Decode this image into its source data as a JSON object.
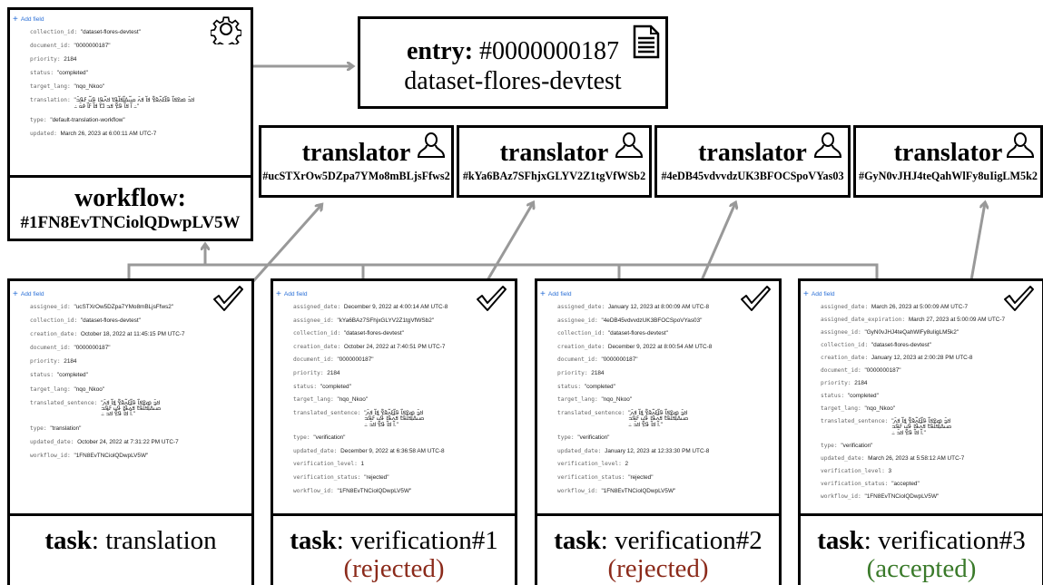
{
  "workflow_doc": {
    "add_field": "Add field",
    "fields": [
      {
        "key": "collection_id",
        "value": "\"dataset-flores-devtest\""
      },
      {
        "key": "document_id",
        "value": "\"0000000187\""
      },
      {
        "key": "priority",
        "value": "2184"
      },
      {
        "key": "status",
        "value": "\"completed\""
      },
      {
        "key": "target_lang",
        "value": "\"nqo_Nkoo\""
      },
      {
        "key": "translation",
        "value": "\"ߞߏ߫ ߘߐߞߊ߬ ߟߊ߬ߓߍ߲߬ߢߐ߲߰ ߞߊ߬ ߞߍ߫ ߛߎ߬ߡߊ߲߬ߞߊ߬ߟߌ ߞߍ߬ߟߊ ߟߎ߬ ߓߟߏ߫\n߸ ߊ߬ ߞߊ߬ ߟߐ߲߬ ߞߏ ߣߌ߫ ߞߊ߬ ߓߊ߯ ߦߋ߫ ߸\""
      },
      {
        "key": "type",
        "value": "\"default-translation-workflow\""
      },
      {
        "key": "updated",
        "value": "March 26, 2023 at 6:00:11 AM UTC-7"
      }
    ],
    "workflow_label": "workflow:",
    "workflow_id": "#1FN8EvTNCiolQDwpLV5W"
  },
  "entry": {
    "label": "entry:",
    "id": "#0000000187",
    "dataset": "dataset-flores-devtest"
  },
  "translators": [
    {
      "label": "translator",
      "id": "#ucSTXrOw5DZpa7YMo8mBLjsFfws2"
    },
    {
      "label": "translator",
      "id": "#kYa6BAz7SFhjxGLYV2Z1tgVfWSb2"
    },
    {
      "label": "translator",
      "id": "#4eDB45vdvvdzUK3BFOCSpoVYas03"
    },
    {
      "label": "translator",
      "id": "#GyN0vJHJ4teQahWlFy8uIigLM5k2"
    }
  ],
  "tasks": [
    {
      "add_field": "Add field",
      "fields": [
        {
          "key": "assignee_id",
          "value": "\"ucSTXrOw5DZpa7YMo8mBLjsFfws2\""
        },
        {
          "key": "collection_id",
          "value": "\"dataset-flores-devtest\""
        },
        {
          "key": "creation_date",
          "value": "October 18, 2022 at 11:45:15 PM UTC-7"
        },
        {
          "key": "document_id",
          "value": "\"0000000187\""
        },
        {
          "key": "priority",
          "value": "2184"
        },
        {
          "key": "status",
          "value": "\"completed\""
        },
        {
          "key": "target_lang",
          "value": "\"nqo_Nkoo\""
        },
        {
          "key": "translated_sentence",
          "value": "\"ߞߏ߫ ߘߐߞߊ߬ ߟߊ߬ߓߍ߲߬ߢߐ߲߰ ߞߊ߬ ߞߍ߫\nߛߎ߬ߡߊ߲߬ߞߊ߬ߟߌ ߞߍ߬ߟߊ ߟߎ߬ ߓߟߏ߫\n߸ ߊ߬ ߞߊ߬ ߟߐ߲߬ ߞߏ߫.\""
        },
        {
          "key": "type",
          "value": "\"translation\""
        },
        {
          "key": "updated_date",
          "value": "October 24, 2022 at 7:31:22 PM UTC-7"
        },
        {
          "key": "workflow_id",
          "value": "\"1FN8EvTNCiolQDwpLV5W\""
        }
      ],
      "task_label": "task",
      "task_name": ": translation",
      "status": ""
    },
    {
      "add_field": "Add field",
      "fields": [
        {
          "key": "assigned_date",
          "value": "December 9, 2022 at 4:00:14 AM UTC-8"
        },
        {
          "key": "assignee_id",
          "value": "\"kYa6BAz7SFhjxGLYV2Z1tgVfWSb2\""
        },
        {
          "key": "collection_id",
          "value": "\"dataset-flores-devtest\""
        },
        {
          "key": "creation_date",
          "value": "October 24, 2022 at 7:40:51 PM UTC-7"
        },
        {
          "key": "document_id",
          "value": "\"0000000187\""
        },
        {
          "key": "priority",
          "value": "2184"
        },
        {
          "key": "status",
          "value": "\"completed\""
        },
        {
          "key": "target_lang",
          "value": "\"nqo_Nkoo\""
        },
        {
          "key": "translated_sentence",
          "value": "\"ߞߏ߫ ߘߐߞߊ߬ ߟߊ߬ߓߍ߲߬ߢߐ߲߰ ߞߊ߬ ߞߍ߫\nߛߎ߬ߡߊ߲߬ߞߊ߬ߟߌ ߞߍ߬ߟߊ ߟߎ߬ ߓߟߏ߫\n߸ ߊ߬ ߞߊ߬ ߟߐ߲߬ ߞߏ߫.\""
        },
        {
          "key": "type",
          "value": "\"verification\""
        },
        {
          "key": "updated_date",
          "value": "December 9, 2022 at 6:36:58 AM UTC-8"
        },
        {
          "key": "verification_level",
          "value": "1"
        },
        {
          "key": "verification_status",
          "value": "\"rejected\""
        },
        {
          "key": "workflow_id",
          "value": "\"1FN8EvTNCiolQDwpLV5W\""
        }
      ],
      "task_label": "task",
      "task_name": ": verification#1",
      "status": "(rejected)",
      "status_color": "#8b2a1a"
    },
    {
      "add_field": "Add field",
      "fields": [
        {
          "key": "assigned_date",
          "value": "January 12, 2023 at 8:00:09 AM UTC-8"
        },
        {
          "key": "assignee_id",
          "value": "\"4eDB45vdvvdzUK3BFOCSpoVYas03\""
        },
        {
          "key": "collection_id",
          "value": "\"dataset-flores-devtest\""
        },
        {
          "key": "creation_date",
          "value": "December 9, 2022 at 8:00:54 AM UTC-8"
        },
        {
          "key": "document_id",
          "value": "\"0000000187\""
        },
        {
          "key": "priority",
          "value": "2184"
        },
        {
          "key": "status",
          "value": "\"completed\""
        },
        {
          "key": "target_lang",
          "value": "\"nqo_Nkoo\""
        },
        {
          "key": "translated_sentence",
          "value": "\"ߞߏ߫ ߘߐߞߊ߬ ߟߊ߬ߓߍ߲߬ߢߐ߲߰ ߞߊ߬ ߞߍ߫\nߛߎ߬ߡߊ߲߬ߞߊ߬ߟߌ ߞߍ߬ߟߊ ߟߎ߬ ߓߟߏ߫\n߸ ߊ߬ ߞߊ߬ ߟߐ߲߬ ߞߏ߫.\""
        },
        {
          "key": "type",
          "value": "\"verification\""
        },
        {
          "key": "updated_date",
          "value": "January 12, 2023 at 12:33:30 PM UTC-8"
        },
        {
          "key": "verification_level",
          "value": "2"
        },
        {
          "key": "verification_status",
          "value": "\"rejected\""
        },
        {
          "key": "workflow_id",
          "value": "\"1FN8EvTNCiolQDwpLV5W\""
        }
      ],
      "task_label": "task",
      "task_name": ": verification#2",
      "status": "(rejected)",
      "status_color": "#8b2a1a"
    },
    {
      "add_field": "Add field",
      "fields": [
        {
          "key": "assigned_date",
          "value": "March 26, 2023 at 5:00:09 AM UTC-7"
        },
        {
          "key": "assigned_date_expiration",
          "value": "March 27, 2023 at 5:00:09 AM UTC-7"
        },
        {
          "key": "assignee_id",
          "value": "\"GyN0vJHJ4teQahWlFy8uIigLM5k2\""
        },
        {
          "key": "collection_id",
          "value": "\"dataset-flores-devtest\""
        },
        {
          "key": "creation_date",
          "value": "January 12, 2023 at 2:00:28 PM UTC-8"
        },
        {
          "key": "document_id",
          "value": "\"0000000187\""
        },
        {
          "key": "priority",
          "value": "2184"
        },
        {
          "key": "status",
          "value": "\"completed\""
        },
        {
          "key": "target_lang",
          "value": "\"nqo_Nkoo\""
        },
        {
          "key": "translated_sentence",
          "value": "\"ߞߏ߫ ߘߐߞߊ߬ ߟߊ߬ߓߍ߲߬ߢߐ߲߰ ߞߊ߬ ߞߍ߫\nߛߎ߬ߡߊ߲߬ߞߊ߬ߟߌ ߞߍ߬ߟߊ ߟߎ߬ ߓߟߏ߫\n߸ ߊ߬ ߞߊ߬ ߟߐ߲߬ ߞߏ߫.\""
        },
        {
          "key": "type",
          "value": "\"verification\""
        },
        {
          "key": "updated_date",
          "value": "March 26, 2023 at 5:58:12 AM UTC-7"
        },
        {
          "key": "verification_level",
          "value": "3"
        },
        {
          "key": "verification_status",
          "value": "\"accepted\""
        },
        {
          "key": "workflow_id",
          "value": "\"1FN8EvTNCiolQDwpLV5W\""
        }
      ],
      "task_label": "task",
      "task_name": ": verification#3",
      "status": "(accepted)",
      "status_color": "#3a7a2a"
    }
  ],
  "colors": {
    "arrow": "#999999",
    "border": "#000000",
    "link": "#2a6fd6"
  },
  "icons": [
    "gear-icon",
    "document-icon",
    "person-icon",
    "checkmark-icon"
  ]
}
